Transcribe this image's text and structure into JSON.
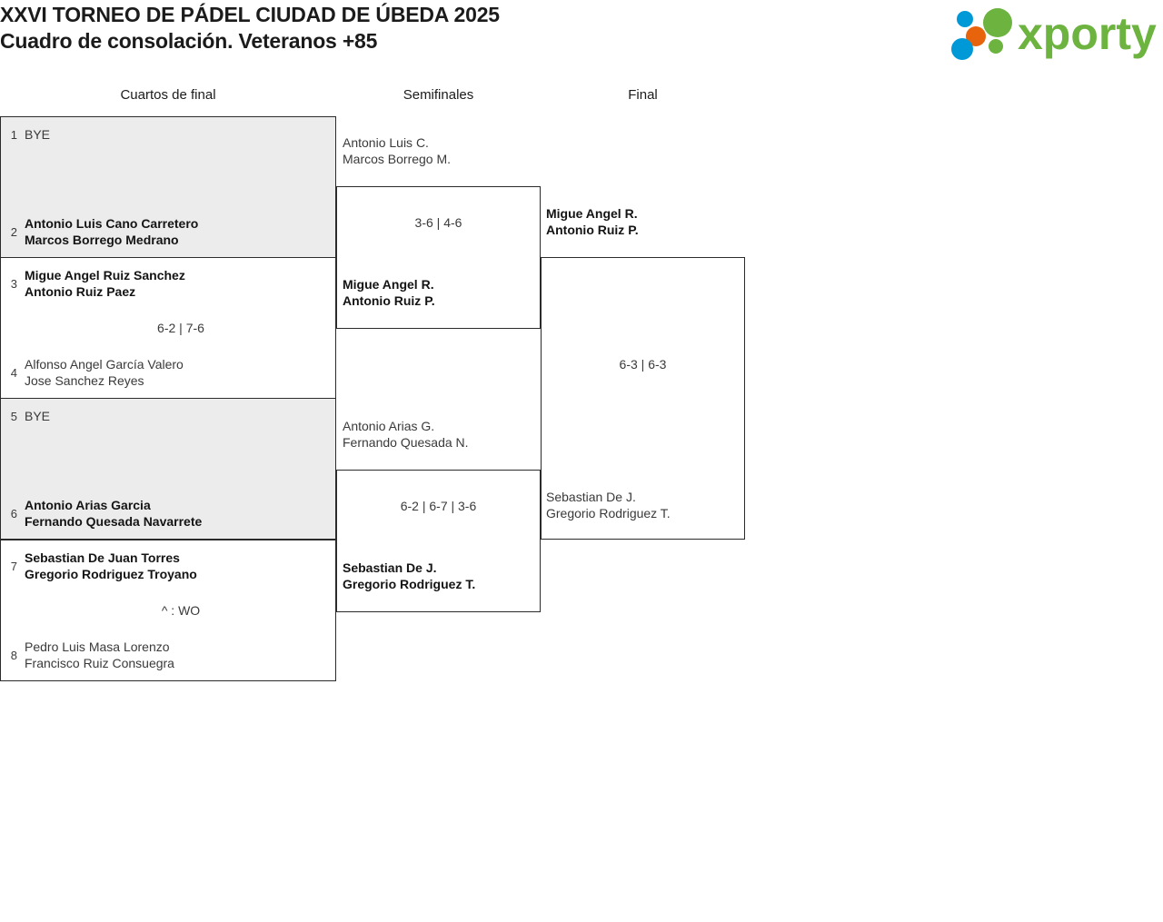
{
  "header": {
    "title": "XXVI TORNEO DE PÁDEL CIUDAD DE ÚBEDA 2025\nCuadro de consolación. Veteranos +85",
    "logo_text": "xporty",
    "logo_colors": {
      "green": "#6cb33f",
      "blue": "#0099d8",
      "orange": "#e8640c"
    }
  },
  "rounds": [
    {
      "label": "Cuartos de final"
    },
    {
      "label": "Semifinales"
    },
    {
      "label": "Final"
    }
  ],
  "quarterfinals": [
    {
      "shaded": true,
      "score": "",
      "top": {
        "seed": "1",
        "names": "BYE",
        "winner": false
      },
      "bottom": {
        "seed": "2",
        "names": "Antonio Luis Cano Carretero\nMarcos Borrego Medrano",
        "winner": true
      }
    },
    {
      "shaded": false,
      "score": "6-2 | 7-6",
      "top": {
        "seed": "3",
        "names": "Migue Angel Ruiz Sanchez\nAntonio Ruiz Paez",
        "winner": true
      },
      "bottom": {
        "seed": "4",
        "names": "Alfonso Angel García Valero\nJose Sanchez Reyes",
        "winner": false
      }
    },
    {
      "shaded": true,
      "score": "",
      "top": {
        "seed": "5",
        "names": "BYE",
        "winner": false
      },
      "bottom": {
        "seed": "6",
        "names": "Antonio Arias Garcia\nFernando Quesada Navarrete",
        "winner": true
      }
    },
    {
      "shaded": false,
      "score": "^ : WO",
      "top": {
        "seed": "7",
        "names": "Sebastian De Juan Torres\nGregorio Rodriguez Troyano",
        "winner": true
      },
      "bottom": {
        "seed": "8",
        "names": "Pedro Luis Masa Lorenzo\nFrancisco Ruiz Consuegra",
        "winner": false
      }
    }
  ],
  "semifinals": [
    {
      "score": "3-6 | 4-6",
      "top": {
        "names": "Antonio Luis C.\nMarcos Borrego M.",
        "winner": false
      },
      "bottom": {
        "names": "Migue Angel R.\nAntonio Ruiz P.",
        "winner": true
      }
    },
    {
      "score": "6-2 | 6-7 | 3-6",
      "top": {
        "names": "Antonio Arias G.\nFernando Quesada N.",
        "winner": false
      },
      "bottom": {
        "names": "Sebastian De J.\nGregorio Rodriguez T.",
        "winner": true
      }
    }
  ],
  "final": {
    "score": "6-3 | 6-3",
    "top": {
      "names": "Migue Angel R.\nAntonio Ruiz P.",
      "winner": true
    },
    "bottom": {
      "names": "Sebastian De J.\nGregorio Rodriguez T.",
      "winner": false
    }
  }
}
